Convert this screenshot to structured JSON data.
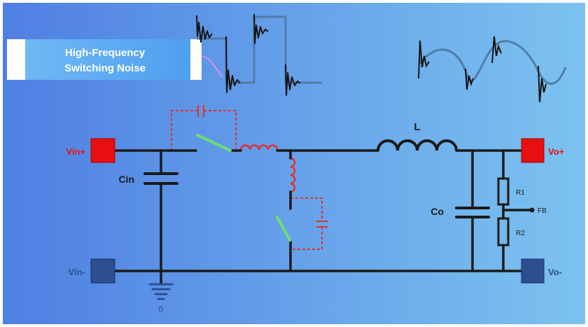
{
  "title_box": {
    "line1": "High-Frequency",
    "line2": "Switching Noise"
  },
  "terminals": {
    "vin_plus": "Vin+",
    "vin_minus": "Vin-",
    "vo_plus": "Vo+",
    "vo_minus": "Vo-"
  },
  "components": {
    "cin": "Cin",
    "co": "Co",
    "inductor": "L",
    "r1": "R1",
    "r2": "R2",
    "fb": "FB",
    "ground": "0"
  },
  "colors": {
    "background_left": "#4f7fe3",
    "background_right": "#7cc3ef",
    "wire": "#1a1a1a",
    "switch": "#6be070",
    "parasitic": "#e23030",
    "positive_terminal": "#e61010",
    "negative_terminal": "#2c4f8f",
    "waveform": "#4e7da8",
    "title_box": "#5aaaf2"
  }
}
